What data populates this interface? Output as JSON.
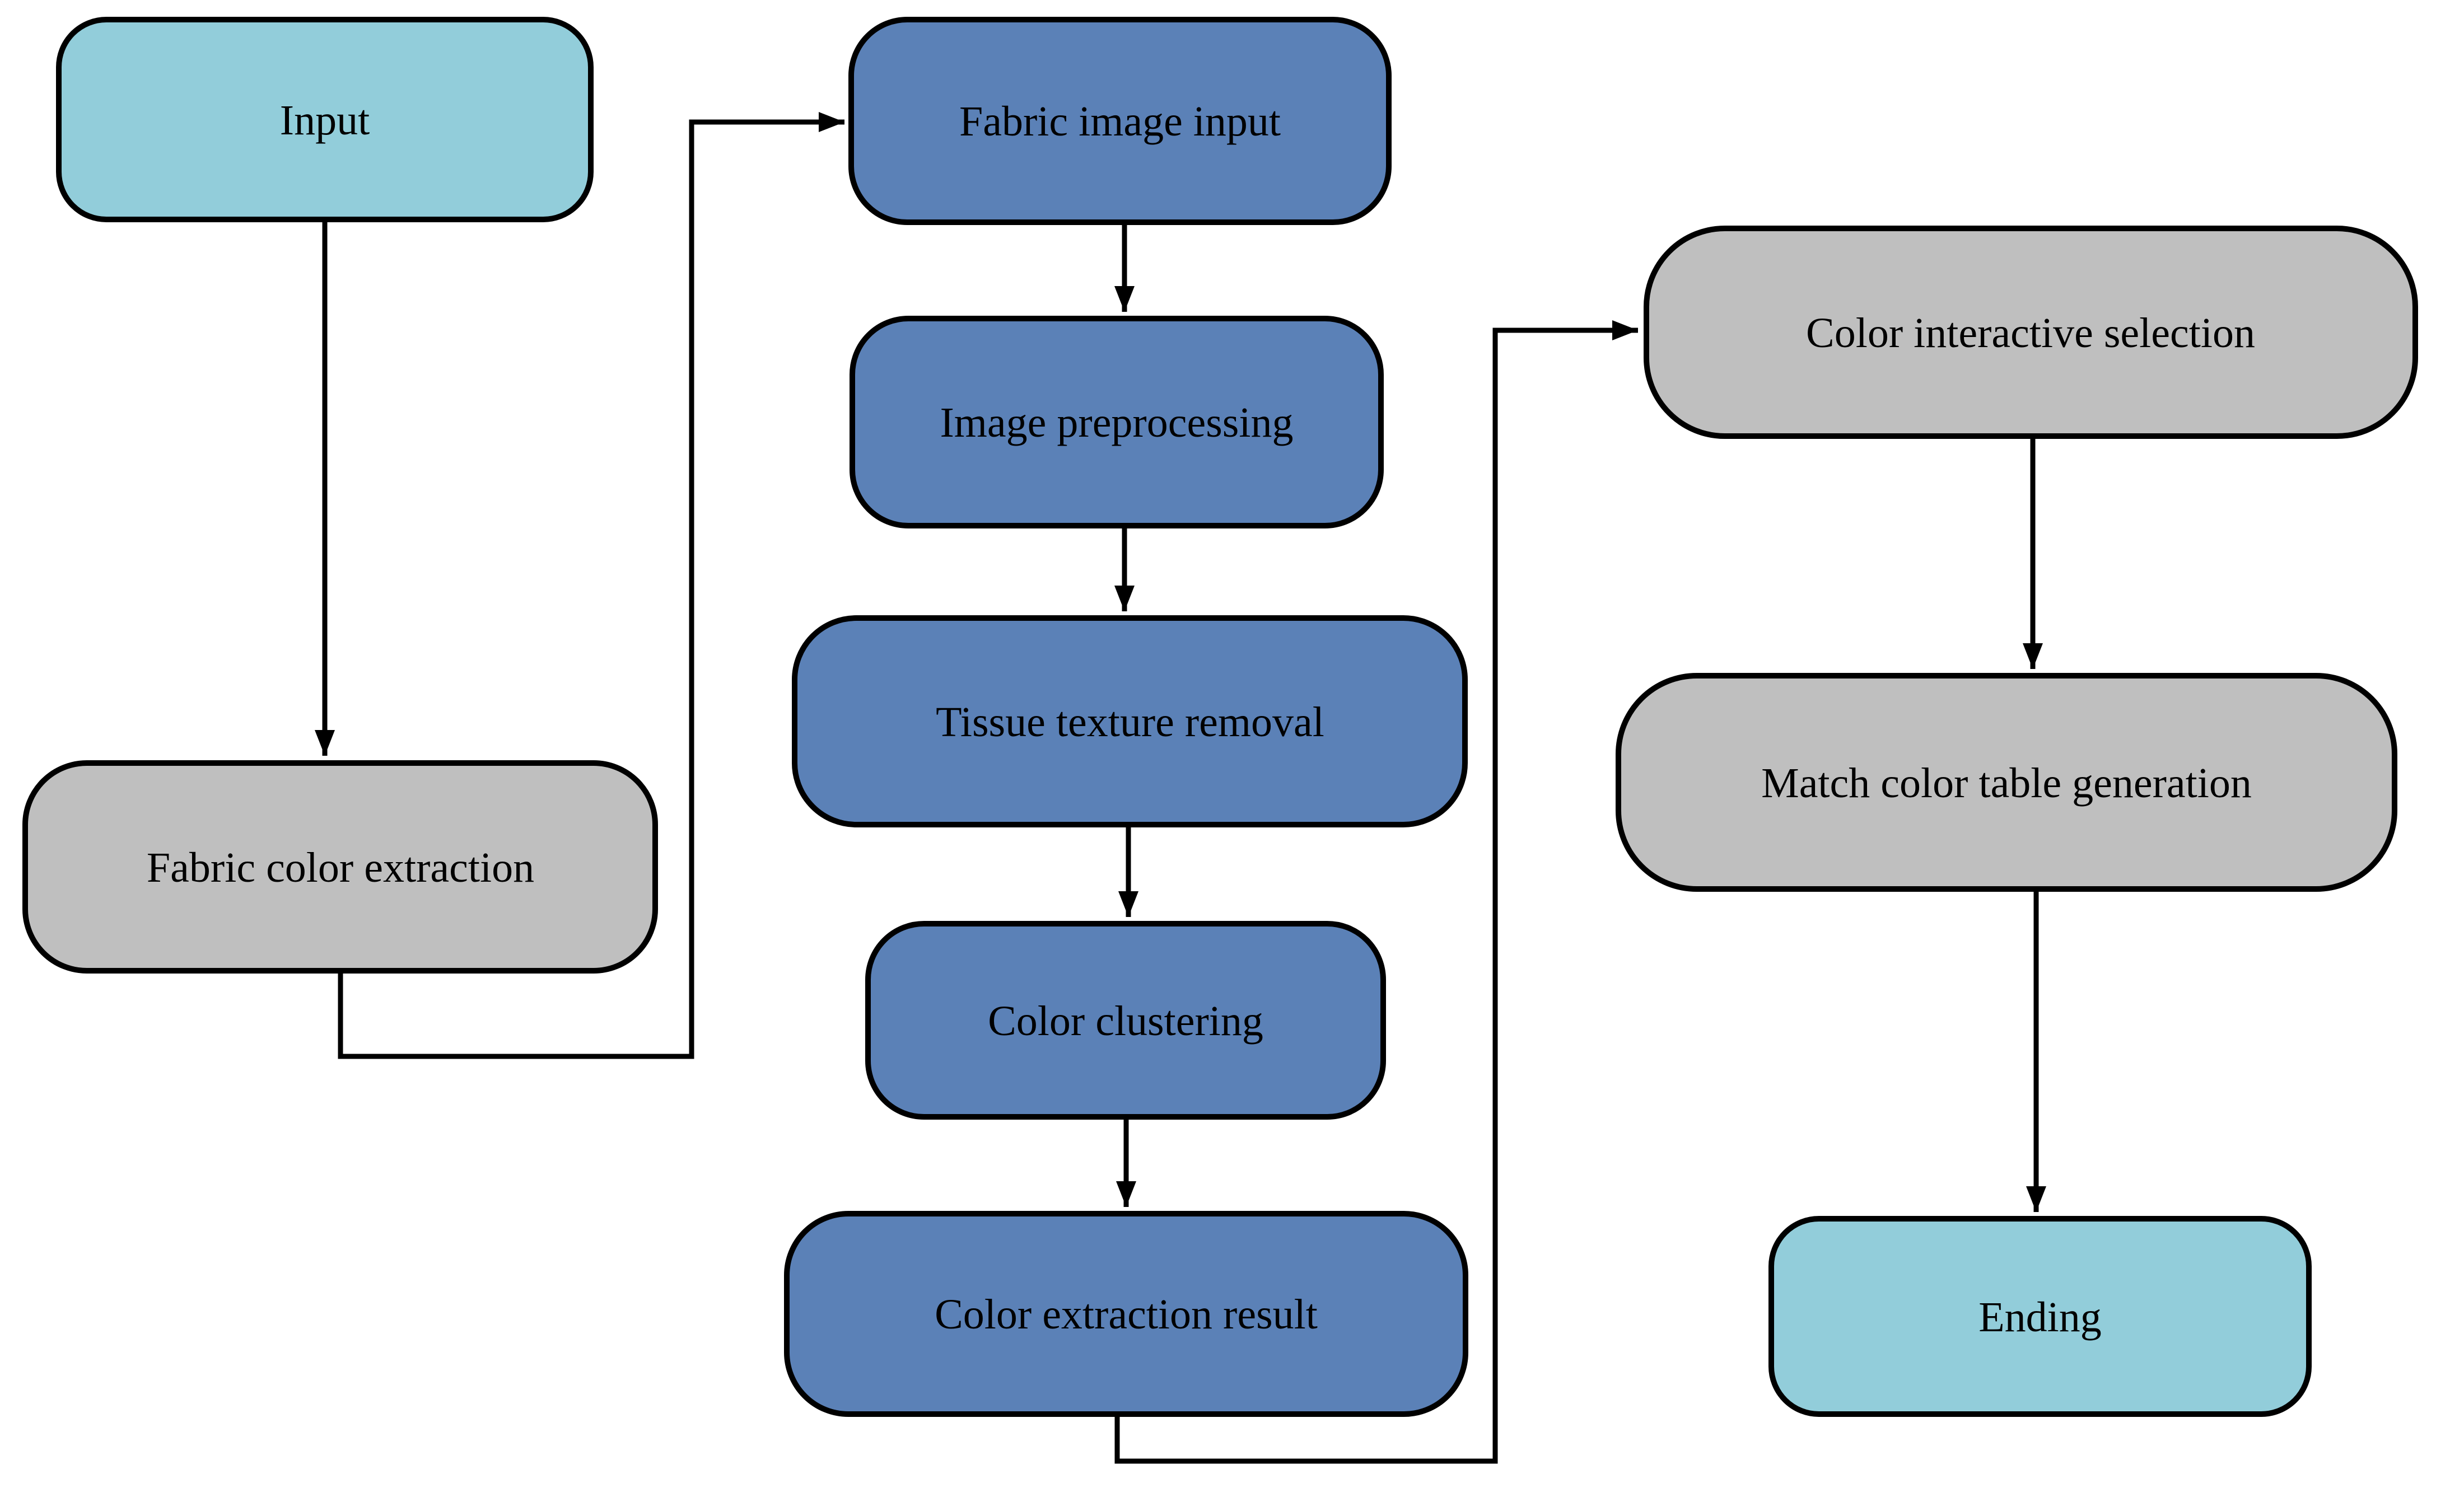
{
  "colors": {
    "background": "#ffffff",
    "node_fill_cyan": "#92cdda",
    "node_fill_blue": "#5b81b7",
    "node_fill_gray": "#bfbfbf",
    "node_border": "#000000",
    "connector": "#000000",
    "label_text": "#000000"
  },
  "nodes": {
    "input": {
      "label": "Input"
    },
    "fabric_color_extraction": {
      "label": "Fabric color extraction"
    },
    "fabric_image_input": {
      "label": "Fabric image input"
    },
    "image_preprocessing": {
      "label": "Image preprocessing"
    },
    "tissue_texture_removal": {
      "label": "Tissue texture removal"
    },
    "color_clustering": {
      "label": "Color clustering"
    },
    "color_extraction_result": {
      "label": "Color extraction result"
    },
    "color_interactive_selection": {
      "label": "Color interactive selection"
    },
    "match_color_table_generation": {
      "label": "Match color table generation"
    },
    "ending": {
      "label": "Ending"
    }
  }
}
